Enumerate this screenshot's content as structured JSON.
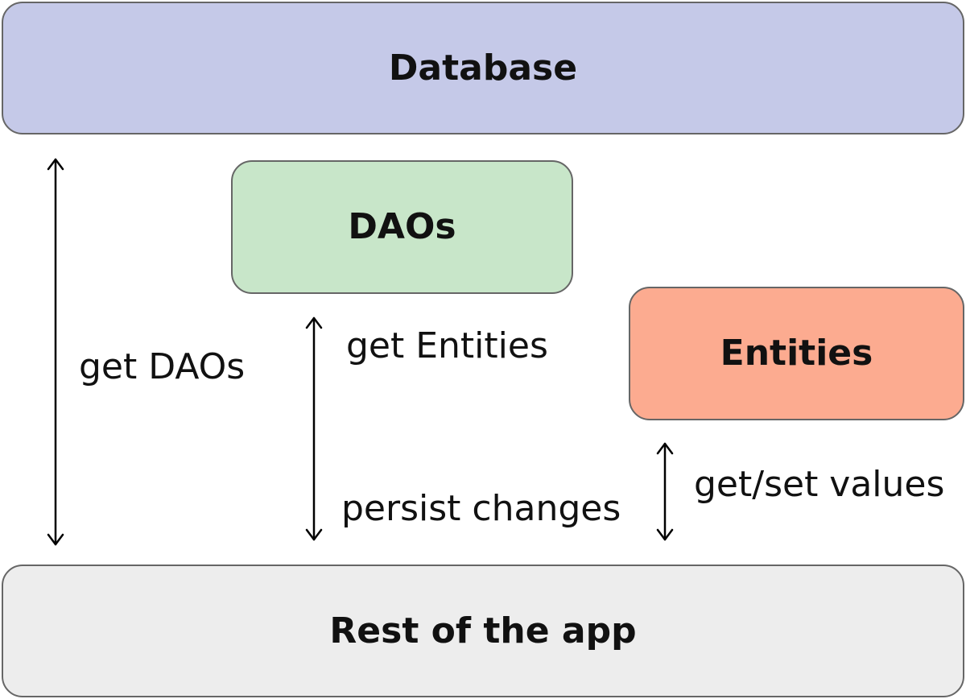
{
  "nodes": {
    "database": "Database",
    "daos": "DAOs",
    "entities": "Entities",
    "rest_of_app": "Rest of the app"
  },
  "edges": {
    "get_daos": "get DAOs",
    "get_entities": "get Entities",
    "persist_changes": "persist changes",
    "get_set_values": "get/set values"
  },
  "colors": {
    "database_fill": "#C5C9E8",
    "daos_fill": "#C8E6C9",
    "entities_fill": "#FCAB90",
    "rest_fill": "#EDEDED",
    "border": "#666666",
    "arrow": "#000000"
  }
}
